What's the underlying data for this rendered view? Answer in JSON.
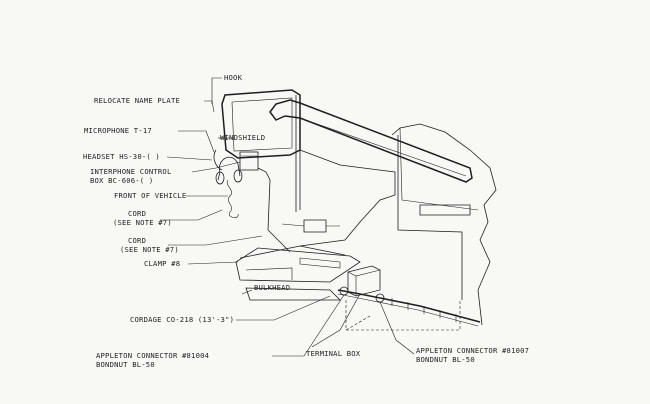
{
  "labels": {
    "hook": "HOOK",
    "relocate_name_plate": "RELOCATE NAME PLATE",
    "windshield": "WINDSHIELD",
    "microphone": "MICROPHONE T-17",
    "headset": "HEADSET HS-30-( )",
    "interphone_line1": "INTERPHONE CONTROL",
    "interphone_line2": "BOX BC-606-( )",
    "front_of_vehicle": "FRONT OF VEHICLE",
    "cord1_line1": "CORD",
    "cord1_line2": "(SEE NOTE #7)",
    "cord2_line1": "CORD",
    "cord2_line2": "(SEE NOTE #7)",
    "clamp": "CLAMP #8",
    "bulkhead": "BULKHEAD",
    "cordage": "CORDAGE CO-218 (13'-3\")",
    "appleton1_line1": "APPLETON CONNECTOR #81004",
    "appleton1_line2": "BONDNUT BL-50",
    "terminal_box": "TERMINAL BOX",
    "appleton2_line1": "APPLETON CONNECTOR #81007",
    "appleton2_line2": "BONDNUT BL-50"
  }
}
